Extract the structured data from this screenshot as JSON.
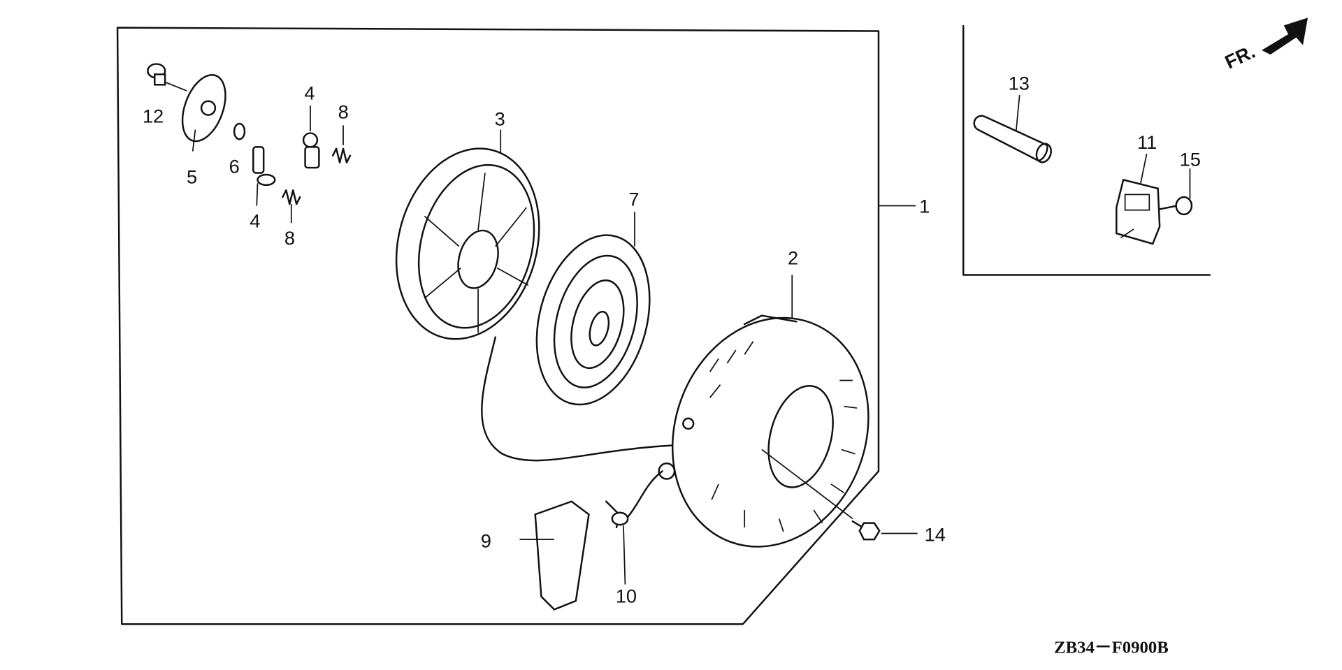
{
  "diagram": {
    "title_code": "ZB34－F0900B",
    "direction_label": "FR.",
    "callouts": [
      "1",
      "2",
      "3",
      "4",
      "4",
      "5",
      "6",
      "7",
      "8",
      "8",
      "9",
      "10",
      "11",
      "12",
      "13",
      "14",
      "15"
    ]
  }
}
